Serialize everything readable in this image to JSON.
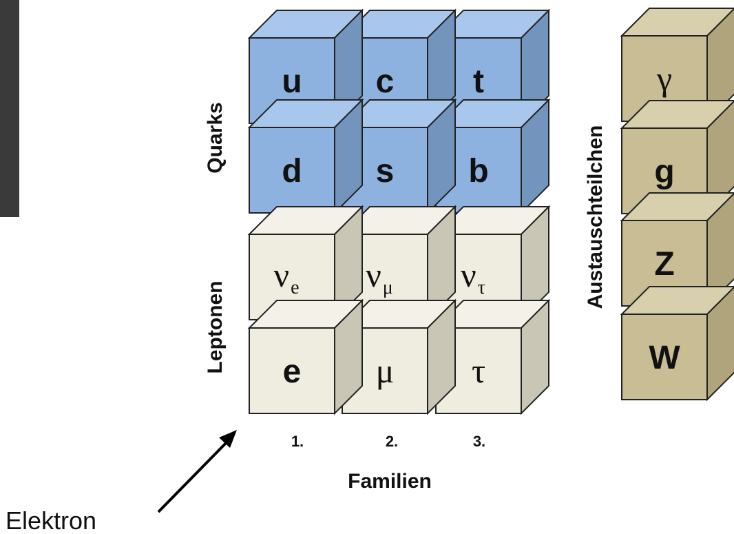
{
  "row_labels": {
    "quarks": "Quarks",
    "leptons": "Leptonen",
    "bosons": "Austauschteilchen"
  },
  "axis_label": "Familien",
  "families": [
    "1.",
    "2.",
    "3."
  ],
  "quarks": [
    [
      "u",
      "c",
      "t"
    ],
    [
      "d",
      "s",
      "b"
    ]
  ],
  "neutrinos": [
    {
      "symbol": "ν",
      "sub": "e"
    },
    {
      "symbol": "ν",
      "sub": "μ"
    },
    {
      "symbol": "ν",
      "sub": "τ"
    }
  ],
  "charged_leptons": [
    "e",
    "μ",
    "τ"
  ],
  "bosons": [
    "γ",
    "g",
    "Z",
    "W"
  ],
  "annotation": "Elektron",
  "colors": {
    "quark_front": "#8eb2e0",
    "quark_top": "#a9c6ec",
    "quark_side": "#7394bd",
    "lepton_front": "#efede0",
    "lepton_top": "#f4f2e8",
    "lepton_side": "#c9c6b5",
    "boson_front": "#c9bd95",
    "boson_top": "#d8cfac",
    "boson_side": "#b0a47c",
    "edge": "#222222"
  }
}
